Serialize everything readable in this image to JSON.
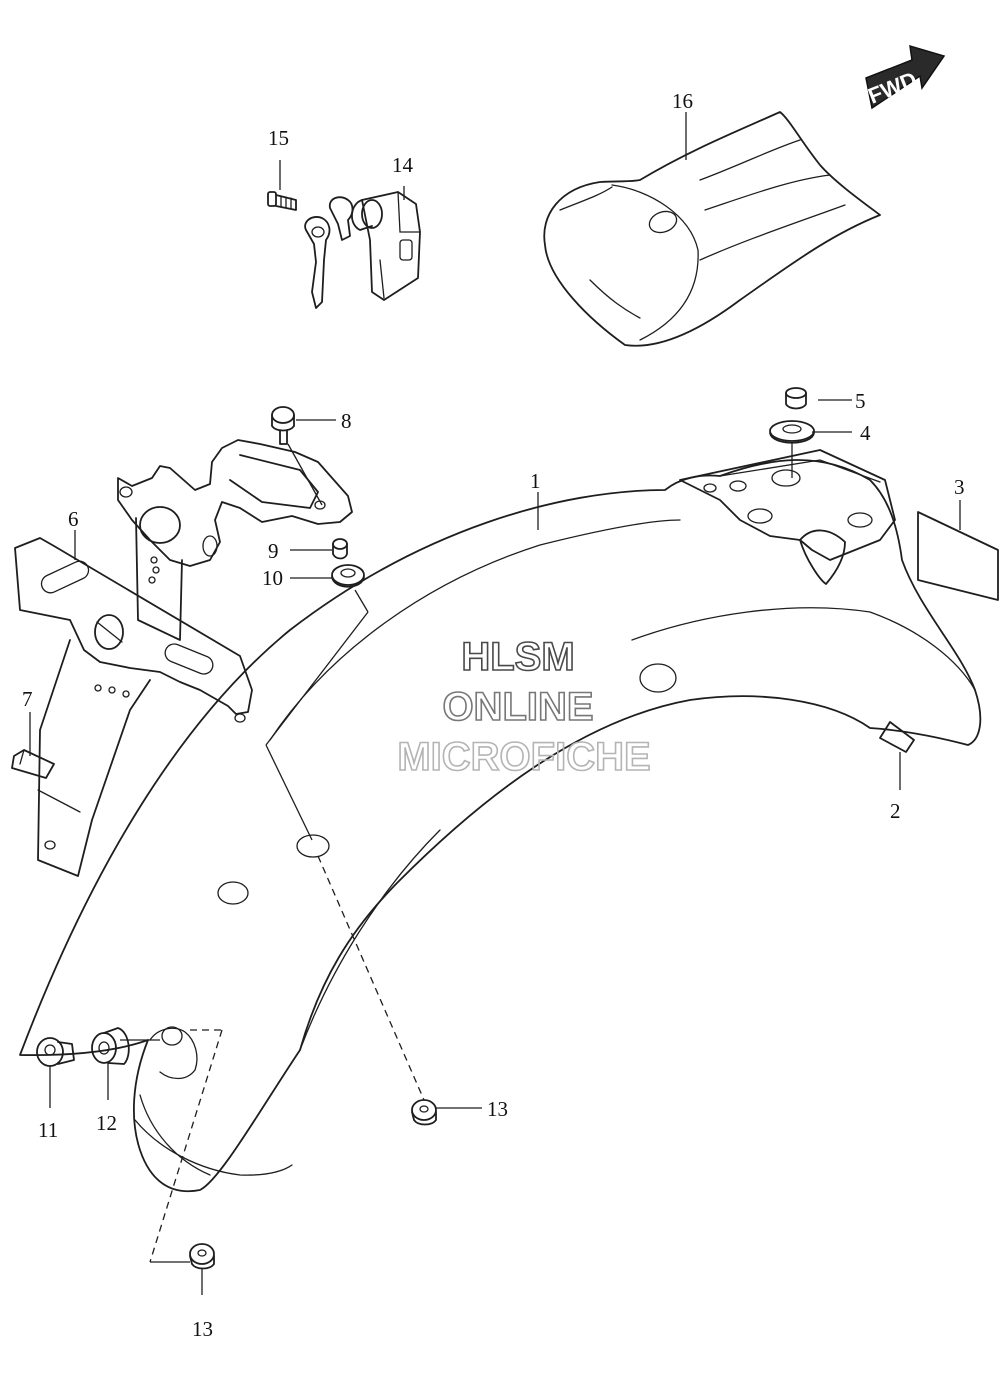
{
  "watermark": {
    "line1": "HLSM",
    "line2": "ONLINE",
    "line3": "MICROFICHE",
    "color1": "#4a4a4a",
    "color2": "#777777",
    "color3": "#b4b4b4"
  },
  "fwd_badge": {
    "label": "FWD",
    "color": "#2a2a2a"
  },
  "callouts": [
    {
      "id": "1",
      "label": "1"
    },
    {
      "id": "2",
      "label": "2"
    },
    {
      "id": "3",
      "label": "3"
    },
    {
      "id": "4",
      "label": "4"
    },
    {
      "id": "5",
      "label": "5"
    },
    {
      "id": "6",
      "label": "6"
    },
    {
      "id": "7",
      "label": "7"
    },
    {
      "id": "8",
      "label": "8"
    },
    {
      "id": "9",
      "label": "9"
    },
    {
      "id": "10",
      "label": "10"
    },
    {
      "id": "11",
      "label": "11"
    },
    {
      "id": "12",
      "label": "12"
    },
    {
      "id": "13a",
      "label": "13"
    },
    {
      "id": "13b",
      "label": "13"
    },
    {
      "id": "14",
      "label": "14"
    },
    {
      "id": "15",
      "label": "15"
    },
    {
      "id": "16",
      "label": "16"
    }
  ]
}
